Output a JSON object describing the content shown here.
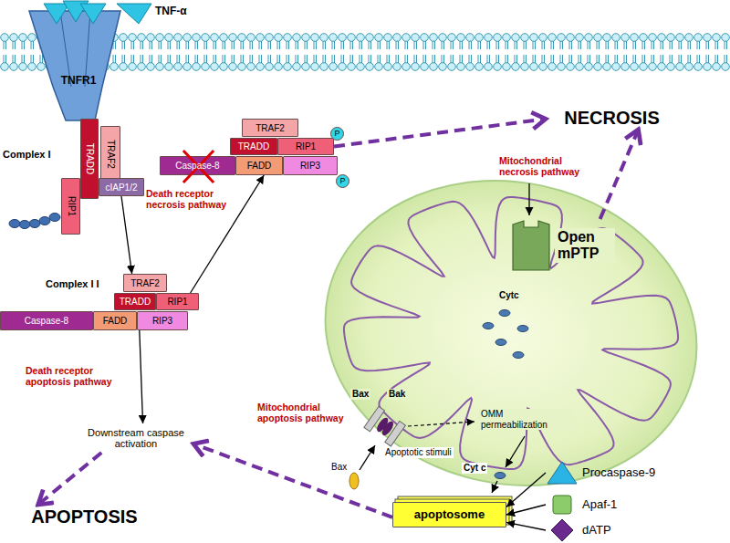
{
  "diagram": {
    "nodes": [
      {
        "text": [
          "TNFR1"
        ]
      },
      {
        "text": [
          "TRADD"
        ]
      },
      {
        "text": [
          "TRAF2"
        ]
      },
      {
        "text": [
          "RIP1"
        ]
      },
      {
        "text": [
          "cIAP1/2"
        ]
      },
      {
        "text": [
          "TRAF2"
        ]
      },
      {
        "text": [
          "TRADD"
        ]
      },
      {
        "text": [
          "RIP1"
        ]
      },
      {
        "text": [
          "Caspase-8"
        ]
      },
      {
        "text": [
          "FADD"
        ]
      },
      {
        "text": [
          "RIP3"
        ]
      },
      {
        "text": [
          "TRAF2"
        ]
      },
      {
        "text": [
          "TRADD"
        ]
      },
      {
        "text": [
          "RIP1"
        ]
      },
      {
        "text": [
          "Caspase-8"
        ]
      },
      {
        "text": [
          "FADD"
        ]
      },
      {
        "text": [
          "RIP3"
        ]
      },
      {
        "text": [
          "P"
        ]
      },
      {
        "text": [
          "P"
        ]
      },
      {
        "text": [
          "NECROSIS"
        ]
      },
      {
        "text": [
          "Open mPTP"
        ]
      },
      {
        "text": [
          "apoptosome"
        ]
      },
      {
        "text": [
          "Procaspase-9"
        ]
      },
      {
        "text": [
          "Apaf-1"
        ]
      },
      {
        "text": [
          "dATP"
        ]
      },
      {
        "text": [
          "Downstream caspase activation"
        ]
      },
      {
        "text": [
          "APOPTOSIS"
        ]
      }
    ],
    "edges": [
      {
        "from": 4,
        "to": 5,
        "arrow": "to"
      },
      {
        "from": 7,
        "to": 15,
        "arrow": "to"
      },
      {
        "from": 13,
        "to": 19,
        "arrow": "to"
      },
      {
        "from": 20,
        "to": 19,
        "arrow": "to"
      },
      {
        "from": 10,
        "to": 25,
        "arrow": "to"
      },
      {
        "from": 21,
        "to": 25,
        "arrow": "to"
      },
      {
        "from": 25,
        "to": 26,
        "arrow": "to"
      },
      {
        "from": 22,
        "to": 21,
        "arrow": "to"
      },
      {
        "from": 23,
        "to": 21,
        "arrow": "to"
      },
      {
        "from": 24,
        "to": 21,
        "arrow": "to"
      }
    ],
    "labels": [
      "TNF-α",
      "Complex I",
      "Complex I I",
      "Death receptor necrosis pathway",
      "Death receptor apoptosis pathway",
      "Mitochondrial necrosis pathway",
      "Cytc",
      "Bax",
      "Bak",
      "OMM permeabilization",
      "Mitochondrial apoptosis pathway",
      "Apoptotic stimuli",
      "Bax",
      "Cyt c"
    ]
  }
}
